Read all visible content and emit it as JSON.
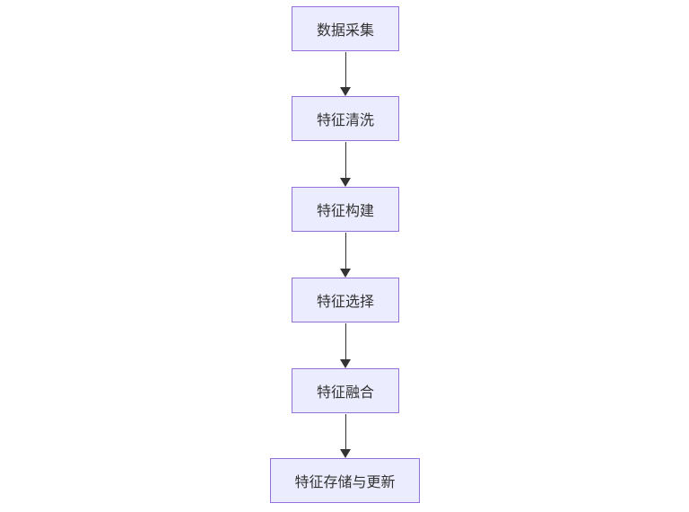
{
  "diagram": {
    "type": "flowchart-vertical",
    "background_color": "#ffffff",
    "node_fill_color": "#ECECFF",
    "node_border_color": "#9370DB",
    "text_color": "#333333",
    "arrow_color": "#333333",
    "nodes": [
      {
        "label": "数据采集"
      },
      {
        "label": "特征清洗"
      },
      {
        "label": "特征构建"
      },
      {
        "label": "特征选择"
      },
      {
        "label": "特征融合"
      },
      {
        "label": "特征存储与更新"
      }
    ],
    "edges": [
      {
        "from": "数据采集",
        "to": "特征清洗"
      },
      {
        "from": "特征清洗",
        "to": "特征构建"
      },
      {
        "from": "特征构建",
        "to": "特征选择"
      },
      {
        "from": "特征选择",
        "to": "特征融合"
      },
      {
        "from": "特征融合",
        "to": "特征存储与更新"
      }
    ]
  }
}
